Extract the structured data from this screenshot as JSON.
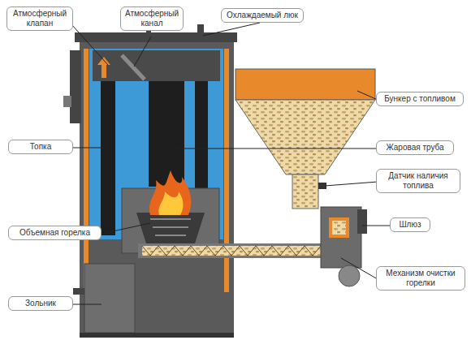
{
  "diagram": {
    "nodes": [
      {
        "text": [
          "Атмосферный клапан"
        ]
      },
      {
        "text": [
          "Атмосферный канал"
        ]
      },
      {
        "text": [
          "Охлаждаемый люк"
        ]
      },
      {
        "text": [
          "Топка"
        ]
      },
      {
        "text": [
          "Бункер с топливом"
        ]
      },
      {
        "text": [
          "Жаровая труба"
        ]
      },
      {
        "text": [
          "Датчик наличия топлива"
        ]
      },
      {
        "text": [
          "Объемная горелка"
        ]
      },
      {
        "text": [
          "Шлюз"
        ]
      },
      {
        "text": [
          "Механизм очистки горелки"
        ]
      },
      {
        "text": [
          "Зольник"
        ]
      }
    ]
  }
}
